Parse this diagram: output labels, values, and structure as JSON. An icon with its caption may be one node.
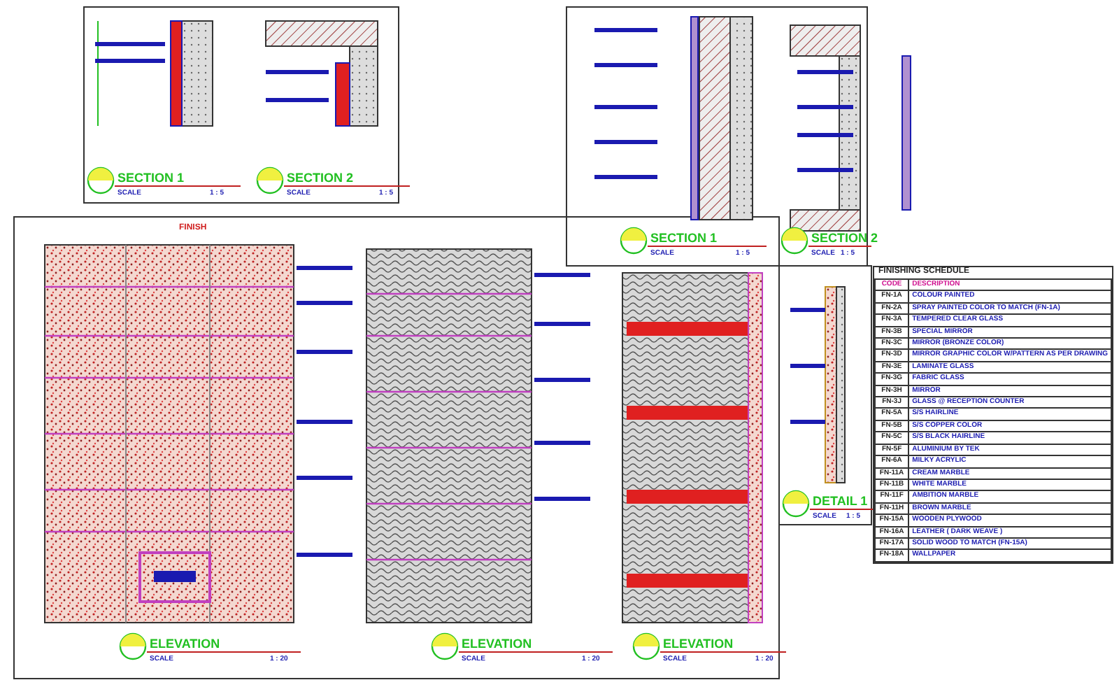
{
  "diagram": {
    "title": "FINISHING SCHEDULE",
    "labels": [
      "SECTION 1",
      "SCALE",
      "1 : 5",
      "SECTION 2",
      "SCALE",
      "1 : 5",
      "SECTION 1",
      "SCALE",
      "1 : 5",
      "SECTION 2",
      "SCALE",
      "1 : 5",
      "FINISH",
      "CODE",
      "DESCRIPTION",
      "FN-1A",
      "COLOUR PAINTED",
      "FN-2A",
      "SPRAY PAINTED COLOR TO MATCH (FN-1A)",
      "FN-3A",
      "TEMPERED CLEAR GLASS",
      "FN-3B",
      "SPECIAL MIRROR",
      "FN-3C",
      "MIRROR (BRONZE COLOR)",
      "FN-3D",
      "MIRROR GRAPHIC COLOR W/PATTERN AS PER DRAWING",
      "FN-3E",
      "LAMINATE GLASS",
      "FN-3G",
      "FABRIC GLASS",
      "FN-3H",
      "MIRROR",
      "FN-3J",
      "GLASS @ RECEPTION COUNTER",
      "FN-5A",
      "S/S HAIRLINE",
      "FN-5B",
      "S/S COPPER COLOR",
      "FN-5C",
      "S/S BLACK HAIRLINE",
      "FN-5F",
      "ALUMINIUM BY TEK",
      "FN-6A",
      "MILKY ACRYLIC",
      "FN-11A",
      "CREAM MARBLE",
      "FN-11B",
      "WHITE MARBLE",
      "FN-11F",
      "AMBITION MARBLE",
      "FN-11H",
      "BROWN MARBLE",
      "FN-15A",
      "WOODEN PLYWOOD",
      "FN-16A",
      "LEATHER ( DARK WEAVE )",
      "FN-17A",
      "SOLID WOOD TO MATCH (FN-15A)",
      "FN-18A",
      "WALLPAPER",
      "DETAIL 1",
      "SCALE",
      "1 : 5",
      "ELEVATION",
      "SCALE",
      "1 : 20",
      "ELEVATION",
      "SCALE",
      "1 : 20",
      "ELEVATION",
      "SCALE",
      "1 : 20"
    ]
  }
}
